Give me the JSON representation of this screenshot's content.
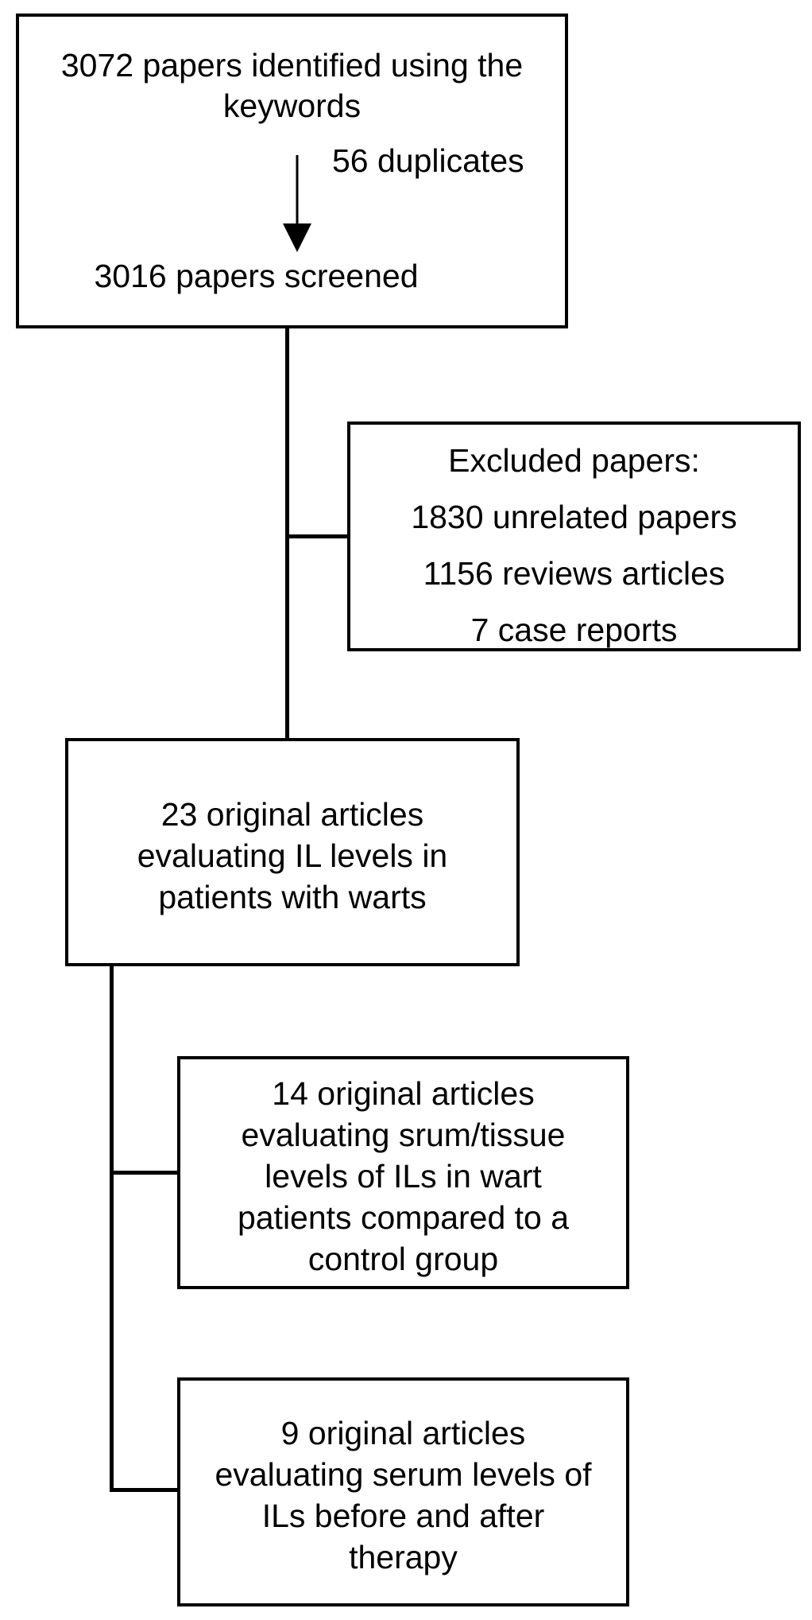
{
  "flow": {
    "identification": {
      "title_lines": [
        "3072 papers identified using the",
        "keywords"
      ],
      "duplicates": "56 duplicates",
      "screened": "3016 papers screened"
    },
    "excluded": {
      "lines": [
        "Excluded papers:",
        "1830 unrelated papers",
        "1156 reviews articles",
        "7 case reports"
      ]
    },
    "included": {
      "lines": [
        "23 original articles",
        "evaluating IL levels in",
        "patients with warts"
      ]
    },
    "group_control": {
      "lines": [
        "14 original articles",
        "evaluating srum/tissue",
        "levels of ILs in wart",
        "patients compared to a",
        "control group"
      ]
    },
    "group_therapy": {
      "lines": [
        "9 original articles",
        "evaluating serum levels of",
        "ILs before and after",
        "therapy"
      ]
    }
  },
  "colors": {
    "stroke": "#000000",
    "background": "#ffffff"
  }
}
